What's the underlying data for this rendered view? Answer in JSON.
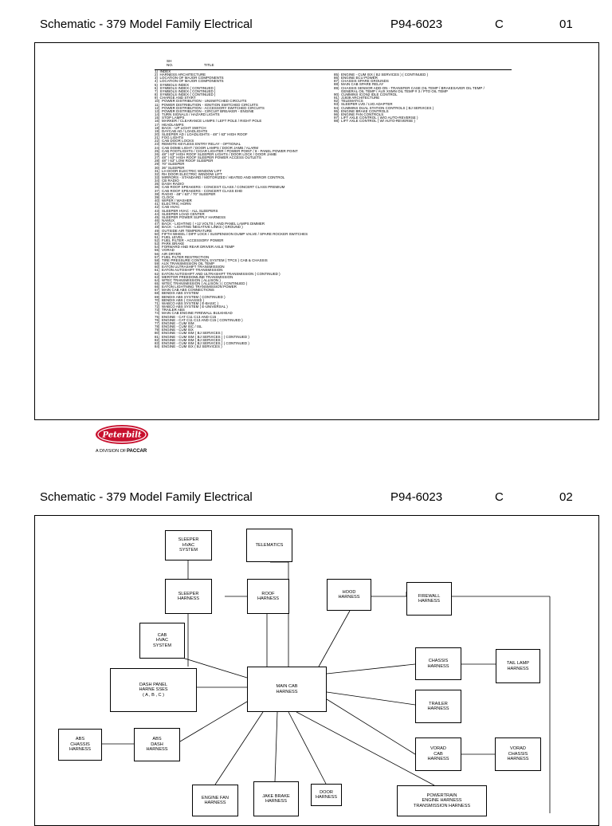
{
  "page1": {
    "title": "Schematic - 379 Model Family Electrical",
    "doc_no": "P94-6023",
    "rev": "C",
    "page": "01",
    "index_header": {
      "sh": "SH",
      "no": "NO.",
      "title": "TITLE"
    },
    "index_left": [
      "1)  INDEX",
      "2)  HARNESS ARCHITECTURE",
      "3)  LOCATION OF MAJOR COMPONENTS",
      "4)  LOCATION OF MAJOR COMPONENTS",
      "5)  SYMBOLS INDEX",
      "6)  SYMBOLS INDEX ( CONTINUED )",
      "7)  SYMBOLS INDEX ( CONTINUED )",
      "8)  SYMBOLS INDEX ( CONTINUED )",
      "9)  CHARGE AND START",
      "10)  POWER DISTRIBUTION - UNSWITCHED CIRCUITS",
      "11)  POWER DISTRIBUTION - IGNITION SWITCHED CIRCUITS",
      "12)  POWER DISTRIBUTION - ACCESSORY SWITCHED CIRCUITS",
      "13)  POWER DISTRIBUTION - CIRCUIT BREAKER - ENGINE",
      "14)  TURN SIGNALS / HAZARD LIGHTS",
      "15)  STOP LAMPS",
      "16)  MARKER / CLEARANCE LAMPS / LEFT POLE / RIGHT POLE",
      "17)  HEADLAMPS",
      "18)  BACK - UP LIGHT SWITCH",
      "19)  DAYCAB AD / LOADLIGHTS",
      "20)  SLEEPER AD / LOADLIGHTS - 48\" / 63\" HIGH ROOF",
      "21)  FOG LIGHTS",
      "22)  CAB DOOR LOCKS",
      "23)  REMOTE KEYLESS ENTRY RELAY - OPTIONAL",
      "24)  CAB DOME LIGHT / DOOR LAMPS / DOOR JAMB / ALARM",
      "25)  CAB FOOTLIGHTS / CIGAR LIGHTER / POWER POINT / 8 - PANEL POWER POINT",
      "26)  48\" / 63\" HIGH ROOF SLEEPER LIGHTS / DOOR LOCK / DOOR JAMB",
      "27)  48\" / 63\" HIGH ROOF SLEEPER POWER ACCESS OUTLETS",
      "28)  48\" / 63\" LOW ROOF SLEEPER",
      "29)  70\" SLEEPER",
      "30)  36\" SLEEPER",
      "31)  LH DOOR ELECTRIC WINDOW LIFT",
      "32)  RH DOOR ELECTRIC WINDOW LIFT",
      "33)  MIRRORS - STANDARD / MOTORIZED / HEATED AND MIRROR CONTROL",
      "34)  CB RADIO",
      "35)  DASH RADIO",
      "36)  CAB ROOF SPEAKERS - CONCEST CLASS / CONCERT CLASS PREMIUM",
      "37)  CAB ROOF SPEAKERS - CONCERT CLASS EHD",
      "38)  RADIO - 48\" / 63\" / 70\" SLEEPER",
      "39)  CLOCK",
      "40)  WIPER / WASHER",
      "41)  ELECTRIC HORN",
      "42)  CAB HVAC",
      "43)  SLEEPER HVAC - ALL SLEEPERS",
      "44)  SLEEPER LOAD CENTER",
      "45)  SLEEPER POWER SUPPLY HARNESS",
      "46)  NAMUX",
      "47)  BACK - LIGHTING ( +12 VOLTS ) AND PANEL LAMPS DIMMER",
      "48)  BACK - LIGHTING NEGATIVE LINKS ( GROUND )",
      "49)  OUTSIDE AIR TEMPERATURE",
      "50)  FIFTH WHEEL / DIFF LOCK / SUSPENSION DUMP VALVE / SPARE ROCKER SWITCHES",
      "51)  FUEL LEVEL",
      "52)  FUEL FILTER - ACCESSORY POWER",
      "53)  PARK BRAKE",
      "54)  FORWARD AND REAR DRIVER AXLE TEMP",
      "55)  VORAD",
      "56)  AIR DRYER",
      "57)  FUEL FILTER RESTRICTION",
      "58)  TIRE PRESSURE CONTROL SYSTEM ( TPCS ) CAB & CHASSIS",
      "59)  AUX TRANSMISSION OIL TEMP",
      "60)  EATON ULTRASHIFT TRANSMISSION",
      "61)  EATON AUTOSHIFT TRANSMISSION",
      "62)  EATON AUTOSHIFT AND ULTRASHIFT TRANSMISSION ( CONTINUED )",
      "63)  MERITOR FREEDOMLINE TRANSMISSION",
      "64)  WTEC TRANSMISSION ( ALLISON )",
      "65)  WTEC TRANSMISSION ( ALLISON ) ( CONTINUED )",
      "66)  EATON LIGHTNING TRANSMISSION POWER",
      "67)  MAIN CAB ABS CONNECTIONS",
      "68)  BENDIX ABS SYSTEM",
      "69)  BENDIX ABS SYSTEM ( CONTINUED )",
      "70)  BENDIX ABS ( CHASSIS )",
      "71)  WABCO ABS SYSTEM ( E-BASIC )",
      "72)  WABCO ABS SYSTEM ( E-UNIVERSAL )",
      "73)  TRAILER ABS",
      "74)  MAIN CAB ENGINE FIREWALL BULKHEAD",
      "75)  ENGINE - CAT C11 C13 AND C15",
      "76)  ENGINE - CAT C11 C13 AND C15 ( CONTINUED )",
      "77)  ENGINE - CUM ISM",
      "78)  ENGINE - CUM ISC / ISL",
      "79)  ENGINE - CUM ISX",
      "80)  ENGINE - CUM ISM ( BJ SERVICES )",
      "81)  ENGINE - CUM ISM ( BJ SERVICES ) ( CONTINUED )",
      "82)  ENGINE - CUM ISM ( BJ SERVICES )",
      "83)  ENGINE - CUM ISM ( BJ SERVICES ) ( CONTINUED )",
      "84)  ENGINE - CUM ISX ( BJ SERVICES )"
    ],
    "index_right": [
      "85)  ENGINE - CUM ISX ( BJ SERVICES ) ( CONTINUED )",
      "86)  ENGINE ECU POWER",
      "87)  CHASSIS SPARE GROUNDS",
      "88)  MAIN CAB SPARE RELAY",
      "89)  CHASSIS SENSOR ADD-ON - TRANSFER CASE OIL TEMP / BRAKESAVER OIL TEMP /",
      "       GENERAL OIL TEMP / AUX XSMN OIL TEMP # 3 / PTO OIL TEMP",
      "90)  CUMMINS ICON2 IDLE CONTROL",
      "91)  J1939 ARCHITECTURE",
      "92)  TELEMATICS",
      "93)  SLEEPER LVD / LVD ADAPTER",
      "94)  CUMMINS DUAL STATION CONTROLS ( BJ SERVICES )",
      "95)  ENGINE BRAKE CONTROLS",
      "96)  ENGINE FAN CONTROLS",
      "97)  LIFT AXLE CONTROL ( W/O AUTO-REVERSE )",
      "98)  LIFT AXLE CONTROL ( W/ AUTO-REVERSE )"
    ],
    "logo": {
      "wordmark": "Peterbilt",
      "tagline": "A DIVISION OF",
      "parent": "PACCAR",
      "color": "#c8102e"
    }
  },
  "page2": {
    "title": "Schematic - 379 Model Family Electrical",
    "doc_no": "P94-6023",
    "rev": "C",
    "page": "02",
    "boxes": {
      "sleeper_hvac": "SLEEPER\nHVAC\nSYSTEM",
      "telematics": "TELEMATICS",
      "sleeper_harness": "SLEEPER\nHARNESS",
      "roof_harness": "ROOF\nHARNESS",
      "hood_harness": "HOOD\nHARNESS",
      "firewall_harness": "FIREWALL\nHARNESS",
      "cab_hvac": "CAB\nHVAC\nSYSTEM",
      "chassis_harness": "CHASSIS\nHARNESS",
      "tail_lamp_harness": "TAIL LAMP\nHARNESS",
      "dash_panel": "DASH PANEL\nHARNE SSES\n( A , B , C )",
      "main_cab": "MAIN CAB\nHARNESS",
      "trailer_harness": "TRAILER\nHARNESS",
      "abs_chassis": "ABS\nCHASSIS\nHARNESS",
      "abs_dash": "ABS\nDASH\nHARNESS",
      "vorad_cab": "VORAD\nCAB\nHARNESS",
      "vorad_chassis": "VORAD\nCHASSIS\nHARNESS",
      "engine_fan": "ENGINE FAN\nHARNESS",
      "jake_brake": "JAKE BRAKE\nHARNESS",
      "door_harness": "DOOR\nHARNESS",
      "powertrain": "POWERTRAIN\nENGINE HARNESS\nTRANSMISSION HARNESS"
    }
  }
}
